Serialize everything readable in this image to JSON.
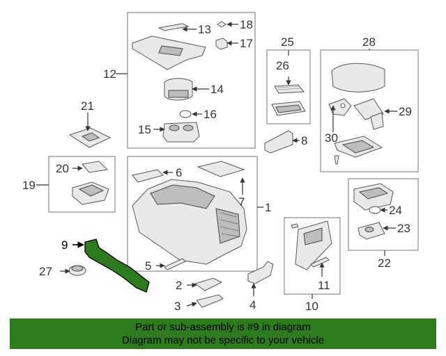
{
  "callouts": [
    "1",
    "2",
    "3",
    "4",
    "5",
    "6",
    "7",
    "8",
    "9",
    "10",
    "11",
    "12",
    "13",
    "14",
    "15",
    "16",
    "17",
    "18",
    "19",
    "20",
    "21",
    "22",
    "23",
    "24",
    "25",
    "26",
    "27",
    "28",
    "29",
    "30"
  ],
  "highlight_color": "#2d7a1f",
  "banner": {
    "line1": "Part or sub-assembly is #9 in diagram",
    "line2": "Diagram may not be specific to your vehicle"
  }
}
